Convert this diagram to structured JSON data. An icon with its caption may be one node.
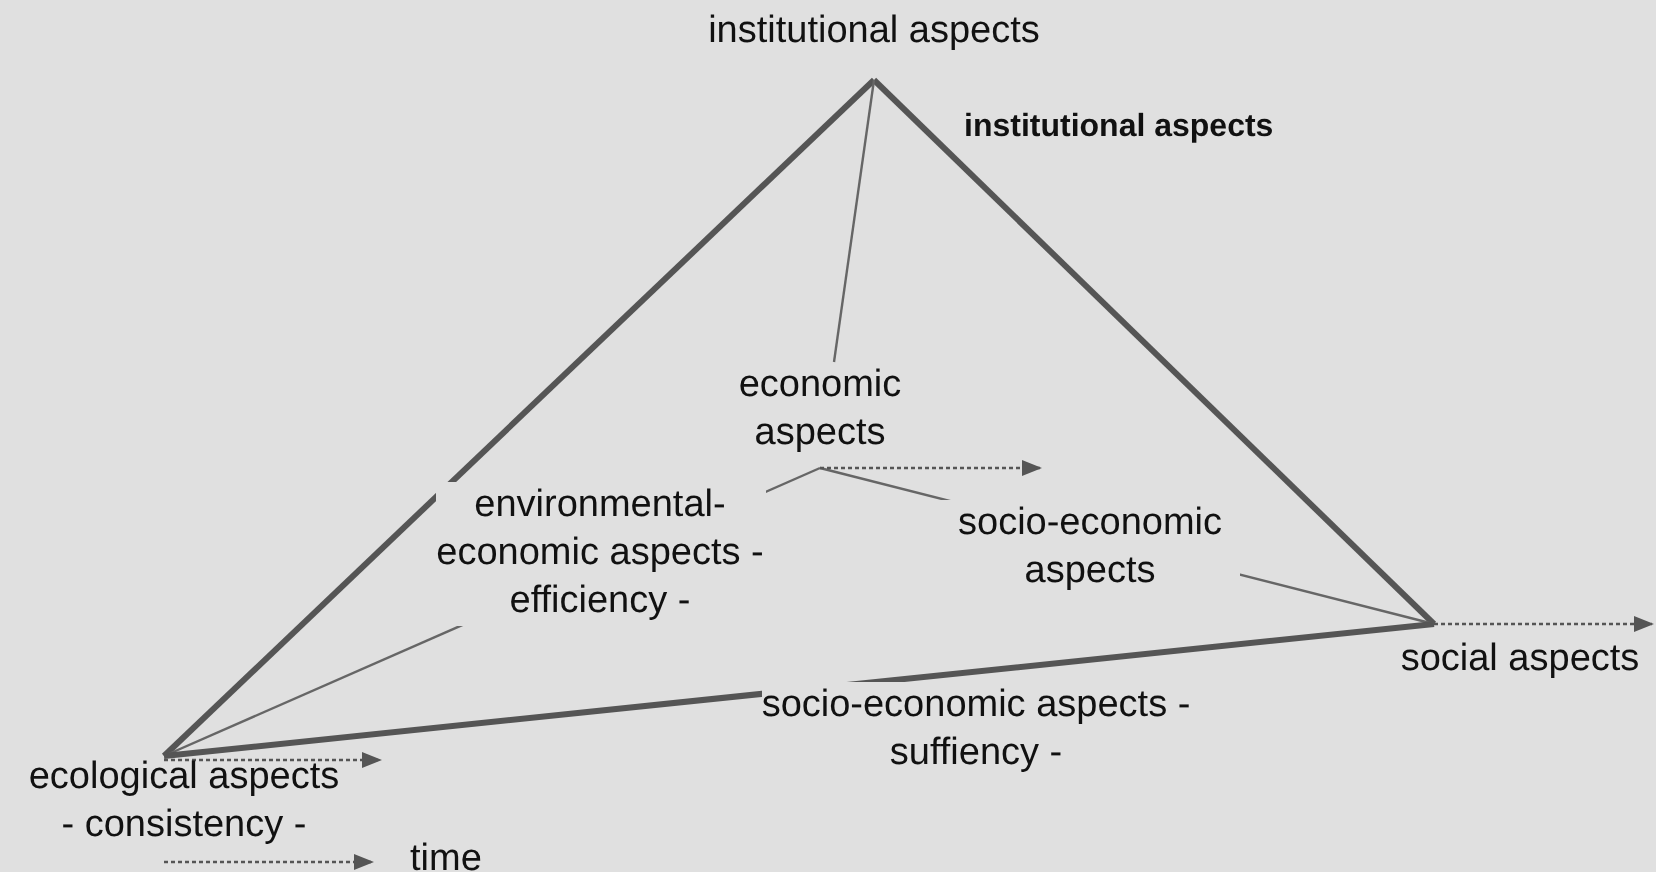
{
  "diagram": {
    "nodes": [
      {
        "text": [
          "institutional aspects"
        ]
      },
      {
        "text": [
          "economic aspects"
        ]
      },
      {
        "text": [
          "ecological aspects - consistency -"
        ]
      },
      {
        "text": [
          "social aspects"
        ]
      }
    ],
    "edges": [
      {
        "from": 0,
        "to": 2,
        "arrow": "none",
        "style": "thick"
      },
      {
        "from": 0,
        "to": 3,
        "arrow": "none",
        "style": "thick"
      },
      {
        "from": 0,
        "to": 1,
        "arrow": "none"
      },
      {
        "from": 1,
        "to": 2,
        "arrow": "none",
        "label": "environmental- economic aspects - efficiency -"
      },
      {
        "from": 1,
        "to": 3,
        "arrow": "none",
        "label": "socio-economic aspects"
      },
      {
        "from": 2,
        "to": 3,
        "arrow": "none",
        "style": "thick",
        "label": "socio-economic aspects - suffiency -"
      }
    ],
    "labels": [
      "institutional aspects"
    ],
    "legend": [
      {
        "text": "time"
      }
    ]
  }
}
